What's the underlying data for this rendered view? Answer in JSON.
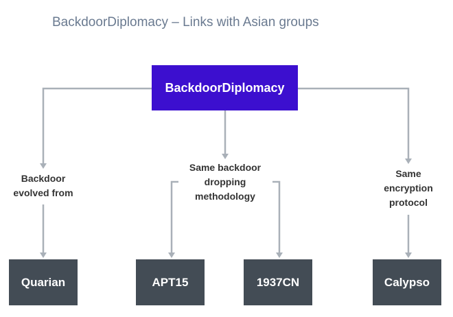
{
  "title": "BackdoorDiplomacy – Links with Asian groups",
  "root": "BackdoorDiplomacy",
  "labels": {
    "left": [
      "Backdoor",
      "evolved from"
    ],
    "middle": [
      "Same backdoor",
      "dropping",
      "methodology"
    ],
    "right": [
      "Same",
      "encryption",
      "protocol"
    ]
  },
  "groups": [
    "Quarian",
    "APT15",
    "1937CN",
    "Calypso"
  ],
  "colors": {
    "root": "#3c0fcf",
    "leaf": "#434c55",
    "connector": "#a9b0b8"
  }
}
